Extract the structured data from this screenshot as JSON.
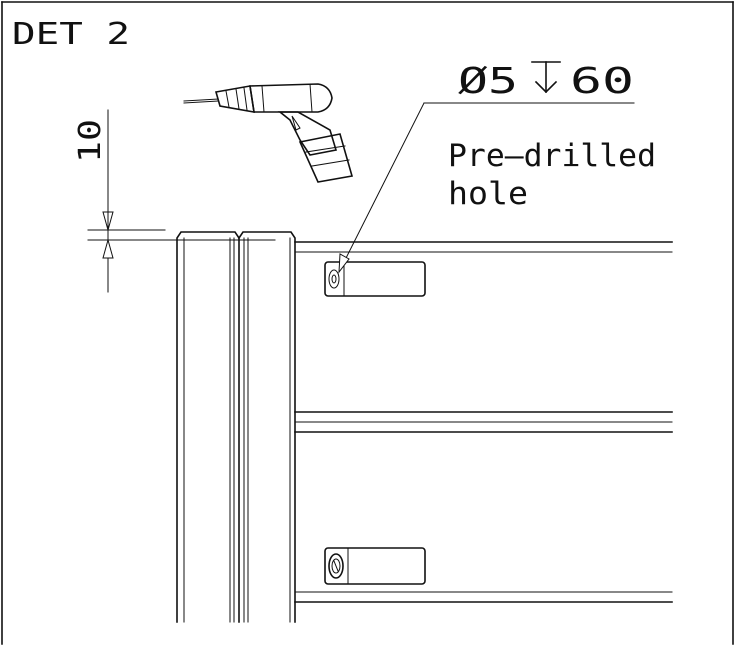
{
  "detail": {
    "title": "DET 2"
  },
  "dimension": {
    "value": "10"
  },
  "callout": {
    "spec_diameter": "Ø5",
    "spec_depth": "60",
    "depth_symbol": "depth-symbol-icon",
    "note_line1": "Pre–drilled",
    "note_line2": "hole"
  },
  "icons": {
    "drill": "drill-icon",
    "screw_head_top": "screw-head-icon",
    "screw_head_bottom": "screw-head-icon"
  },
  "colors": {
    "line": "#111111",
    "background": "#ffffff"
  }
}
